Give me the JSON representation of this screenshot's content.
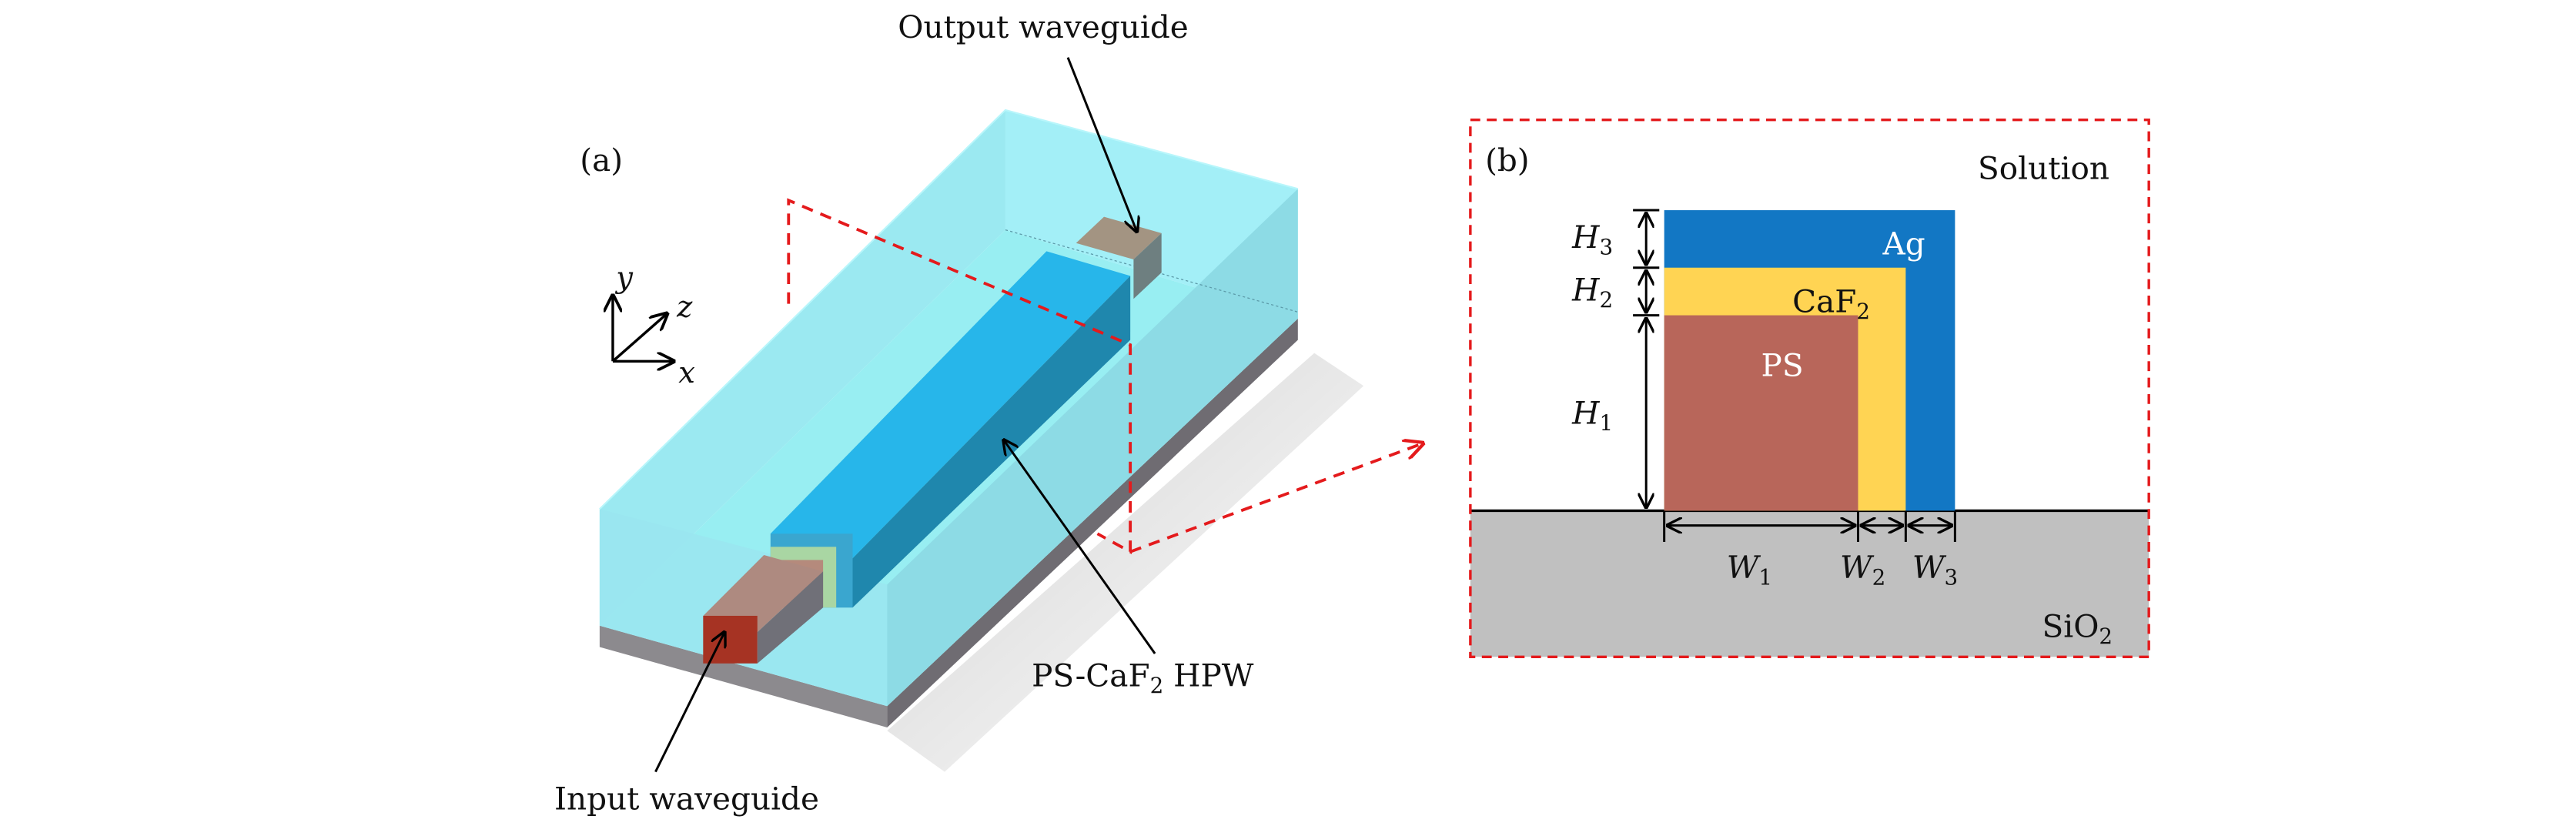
{
  "figure": {
    "panel_a": {
      "tag": "(a)",
      "labels": {
        "output_waveguide": "Output waveguide",
        "input_waveguide": "Input waveguide",
        "hpw_prefix": "PS-CaF",
        "hpw_sub": "2",
        "hpw_suffix": " HPW"
      },
      "axes": {
        "y": "y",
        "z": "z",
        "x": "x"
      }
    },
    "panel_b": {
      "tag": "(b)",
      "solution": "Solution",
      "substrate": {
        "base": "SiO",
        "sub": "2"
      },
      "layers": {
        "ag": "Ag",
        "caf2": {
          "base": "CaF",
          "sub": "2"
        },
        "ps": "PS"
      },
      "dimensions": {
        "H1": {
          "base": "H",
          "sub": "1"
        },
        "H2": {
          "base": "H",
          "sub": "2"
        },
        "H3": {
          "base": "H",
          "sub": "3"
        },
        "W1": {
          "base": "W",
          "sub": "1"
        },
        "W2": {
          "base": "W",
          "sub": "2"
        },
        "W3": {
          "base": "W",
          "sub": "3"
        }
      }
    },
    "colors": {
      "solution_top": "#a6f1f8",
      "solution_side": "#8fdbe6",
      "solution_front": "#9ae6ef",
      "substrate_3d": "#7d7b80",
      "hpw_top": "#27b6ea",
      "hpw_side": "#1f87ad",
      "input_wg_top": "#ae8a80",
      "input_wg_front": "#a63323",
      "output_wg_top": "#a39482",
      "ag": "#1277c4",
      "caf2": "#ffd453",
      "ps": "#b8665a",
      "sio2": "#c0c0c0",
      "dash": "#e41a1c"
    }
  }
}
